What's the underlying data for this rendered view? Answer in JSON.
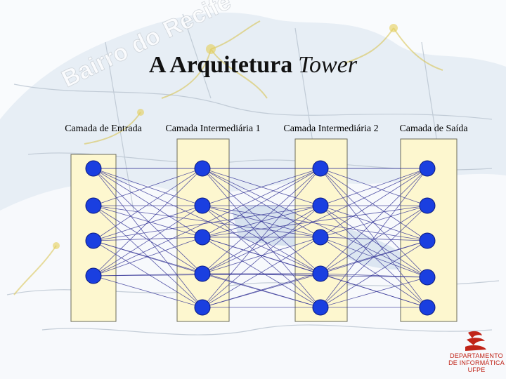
{
  "title": {
    "main": "A Arquitetura",
    "emphasis": "Tower"
  },
  "watermark": {
    "text": "Bairro do Recife"
  },
  "layers": [
    {
      "label": "Camada de Entrada",
      "nodes": 4
    },
    {
      "label": "Camada Intermediária 1",
      "nodes": 5
    },
    {
      "label": "Camada Intermediária 2",
      "nodes": 5
    },
    {
      "label": "Camada de Saída",
      "nodes": 5
    }
  ],
  "colors": {
    "node": "#1a3fe0",
    "node_stroke": "#0a1a80",
    "panel": "#fdf7cf",
    "panel_stroke": "#6b6b5a",
    "edge": "#3b3b9a",
    "logo": "#c02418"
  },
  "logo": {
    "icon": "dei-logo-icon",
    "line1": "DEPARTAMENTO",
    "line2": "DE INFORMÁTICA",
    "line3": "UFPE"
  }
}
